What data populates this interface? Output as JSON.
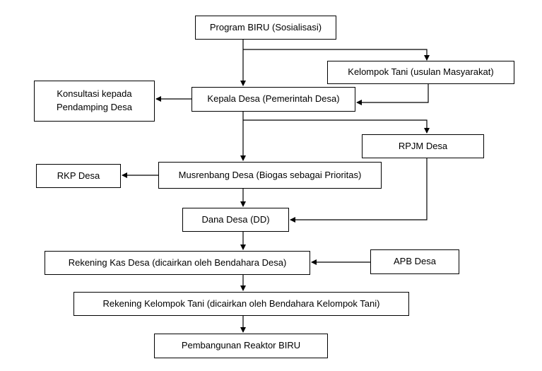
{
  "nodes": {
    "program_biru": "Program BIRU (Sosialisasi)",
    "kelompok_tani_usulan": "Kelompok Tani (usulan Masyarakat)",
    "konsultasi_line1": "Konsultasi kepada",
    "konsultasi_line2": "Pendamping Desa",
    "kepala_desa": "Kepala Desa (Pemerintah Desa)",
    "rpjm_desa": "RPJM Desa",
    "rkp_desa": "RKP Desa",
    "musrenbang": "Musrenbang Desa (Biogas sebagai Prioritas)",
    "dana_desa": "Dana Desa (DD)",
    "rekening_kas": "Rekening Kas Desa (dicairkan oleh Bendahara Desa)",
    "apb_desa": "APB Desa",
    "rekening_kelompok": "Rekening Kelompok Tani (dicairkan oleh Bendahara Kelompok Tani)",
    "pembangunan": "Pembangunan Reaktor BIRU"
  },
  "colors": {
    "stroke": "#000000",
    "background": "#ffffff"
  }
}
